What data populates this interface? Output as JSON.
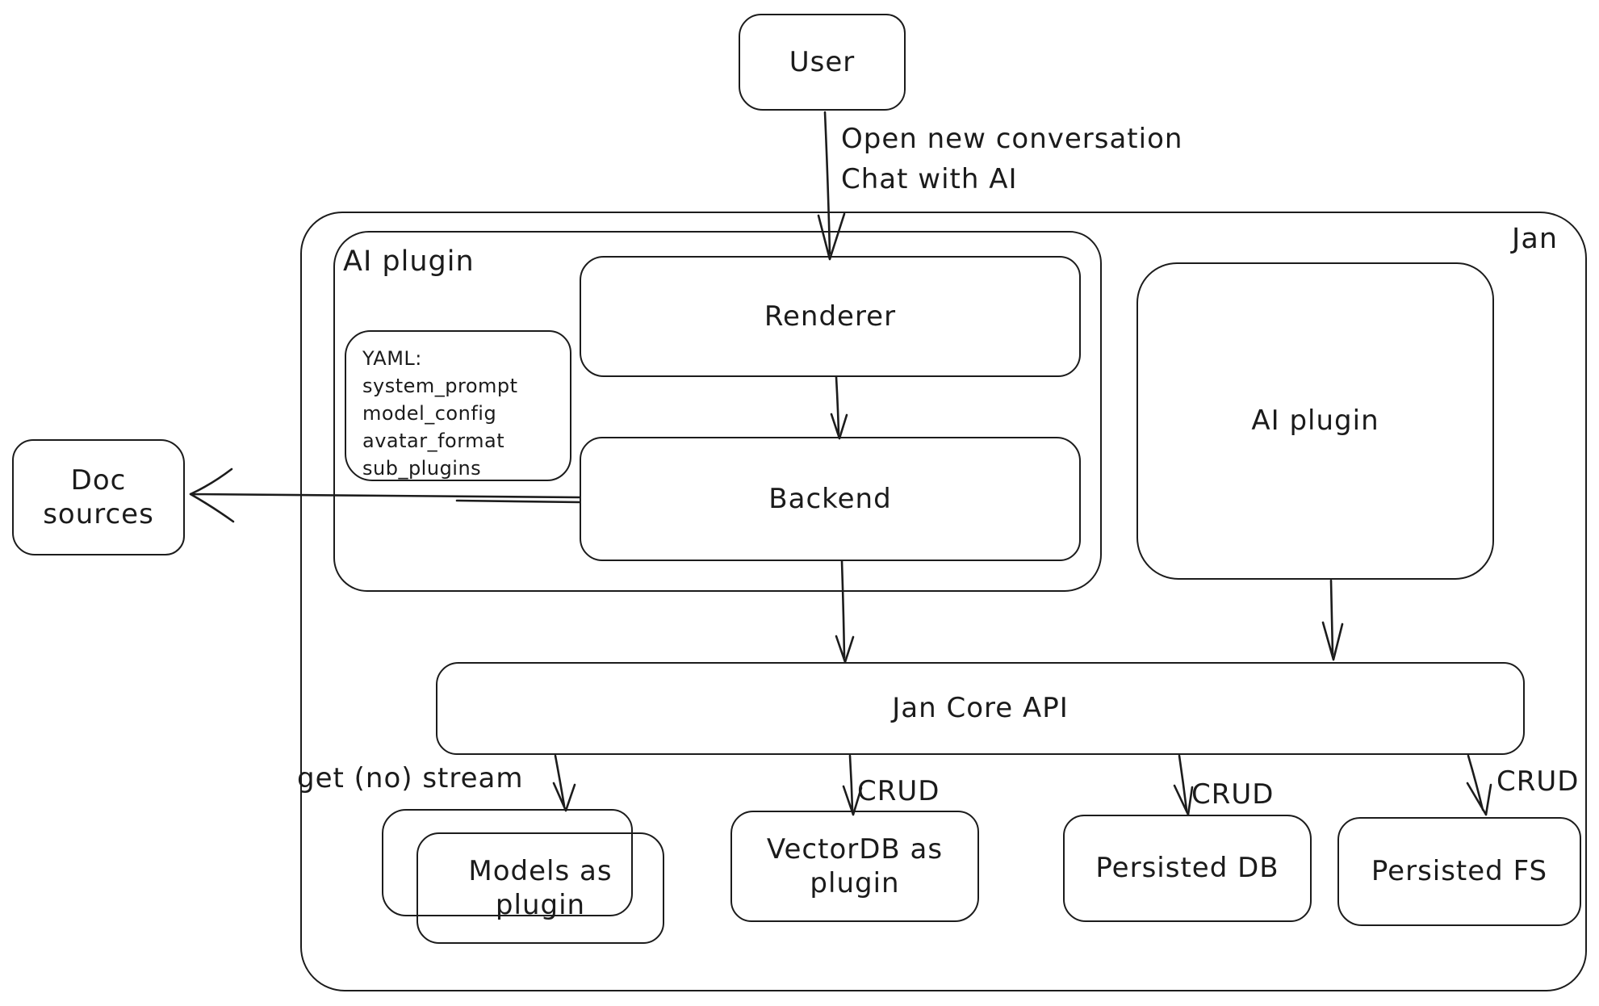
{
  "diagram": {
    "colors": {
      "stroke": "#1c1c1c",
      "background": "#ffffff",
      "text": "#1b1b1b"
    },
    "nodes": {
      "user": {
        "label": "User"
      },
      "doc_sources": {
        "label": "Doc sources"
      },
      "jan_container": {
        "label": "Jan"
      },
      "ai_plugin_container": {
        "label": "AI plugin"
      },
      "yaml_note": {
        "lines": [
          "YAML:",
          "system_prompt",
          "model_config",
          "avatar_format",
          "sub_plugins"
        ]
      },
      "renderer": {
        "label": "Renderer"
      },
      "backend": {
        "label": "Backend"
      },
      "ai_plugin_right": {
        "label": "AI plugin"
      },
      "jan_core_api": {
        "label": "Jan Core API"
      },
      "models_plugin": {
        "label": "Models as plugin"
      },
      "vectordb_plugin": {
        "label": "VectorDB as plugin"
      },
      "persisted_db": {
        "label": "Persisted DB"
      },
      "persisted_fs": {
        "label": "Persisted FS"
      }
    },
    "edges": {
      "user_to_renderer": {
        "label_line1": "Open new conversation",
        "label_line2": "Chat with AI"
      },
      "backend_to_doc_sources": {
        "label": ""
      },
      "core_to_models": {
        "label": "get (no) stream"
      },
      "core_to_vectordb": {
        "label": "CRUD"
      },
      "core_to_persisted_db": {
        "label": "CRUD"
      },
      "core_to_persisted_fs": {
        "label": "CRUD"
      }
    }
  }
}
